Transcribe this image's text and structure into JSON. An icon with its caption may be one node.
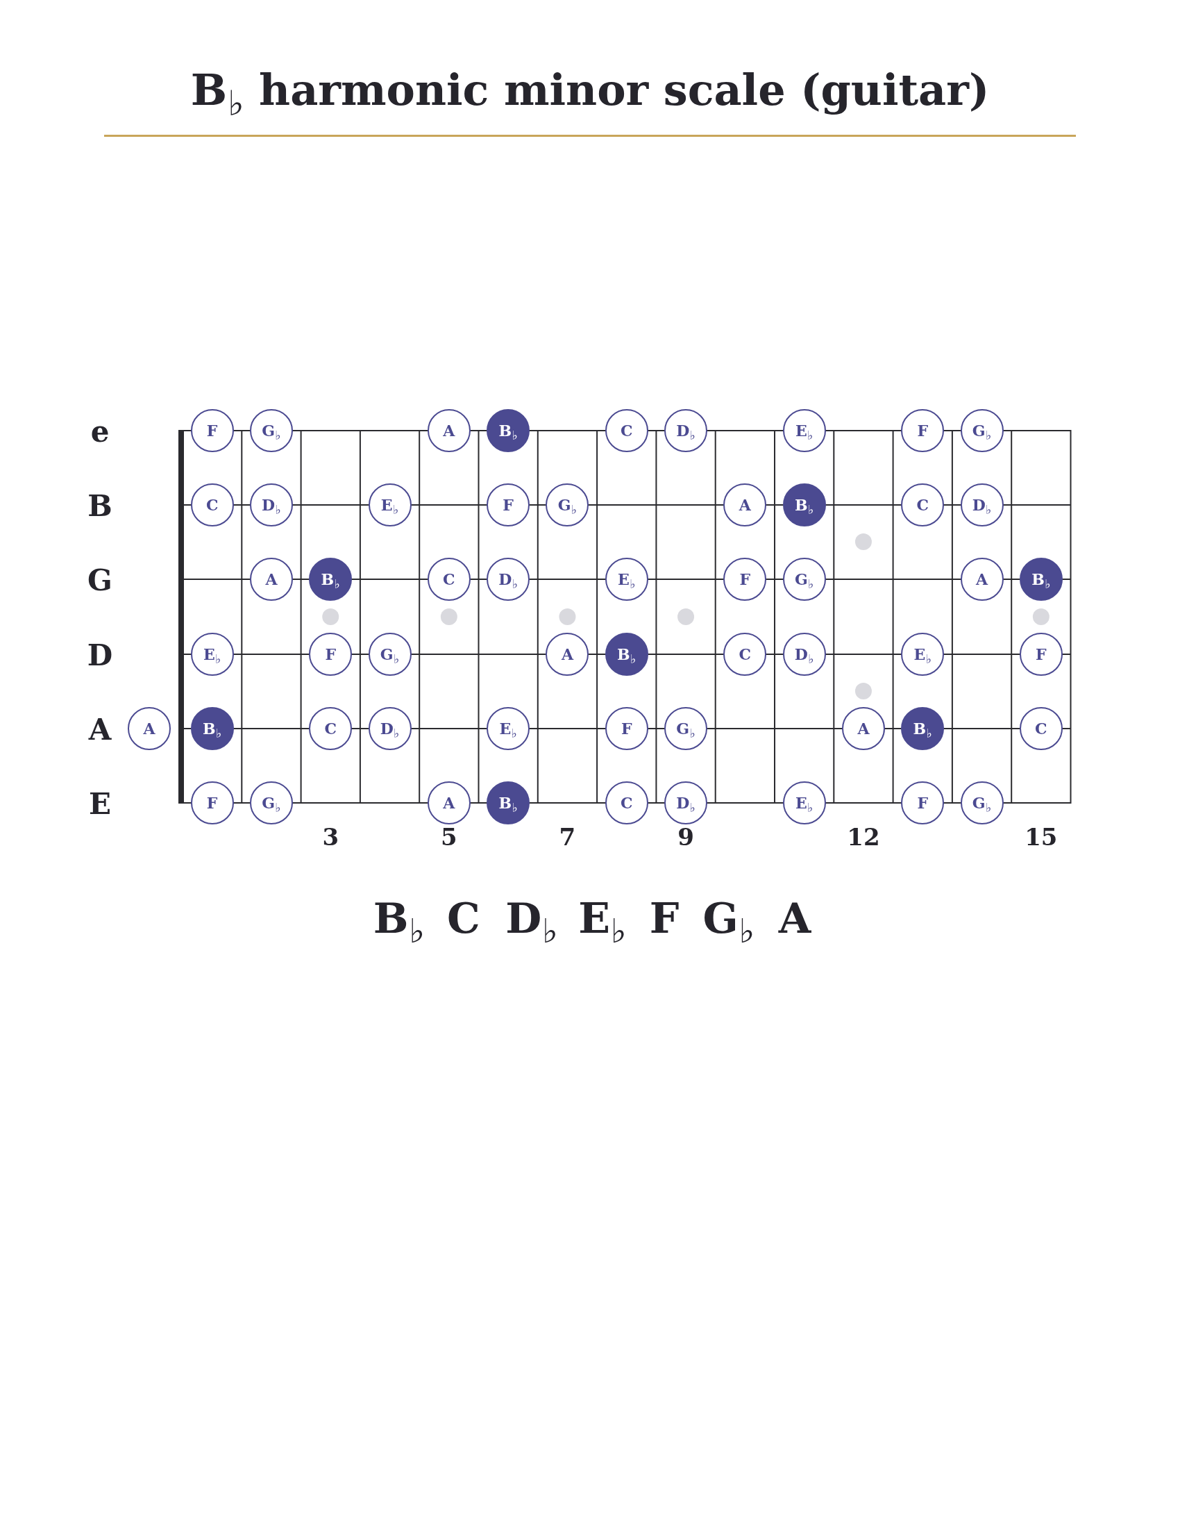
{
  "diagram": {
    "title": "B$_{♭}$ harmonic minor scale (guitar)",
    "nodes": [
      {
        "text": [
          "F"
        ]
      },
      {
        "text": [
          "G$_{♭}$"
        ]
      },
      {
        "text": [
          "A"
        ]
      },
      {
        "text": [
          "B$_{♭}$"
        ]
      },
      {
        "text": [
          "C"
        ]
      },
      {
        "text": [
          "D$_{♭}$"
        ]
      },
      {
        "text": [
          "E$_{♭}$"
        ]
      },
      {
        "text": [
          "F"
        ]
      },
      {
        "text": [
          "G$_{♭}$"
        ]
      },
      {
        "text": [
          "C"
        ]
      },
      {
        "text": [
          "D$_{♭}$"
        ]
      },
      {
        "text": [
          "E$_{♭}$"
        ]
      },
      {
        "text": [
          "F"
        ]
      },
      {
        "text": [
          "G$_{♭}$"
        ]
      },
      {
        "text": [
          "A"
        ]
      },
      {
        "text": [
          "B$_{♭}$"
        ]
      },
      {
        "text": [
          "C"
        ]
      },
      {
        "text": [
          "D$_{♭}$"
        ]
      },
      {
        "text": [
          "A"
        ]
      },
      {
        "text": [
          "B$_{♭}$"
        ]
      },
      {
        "text": [
          "C"
        ]
      },
      {
        "text": [
          "D$_{♭}$"
        ]
      },
      {
        "text": [
          "E$_{♭}$"
        ]
      },
      {
        "text": [
          "F"
        ]
      },
      {
        "text": [
          "G$_{♭}$"
        ]
      },
      {
        "text": [
          "A"
        ]
      },
      {
        "text": [
          "B$_{♭}$"
        ]
      },
      {
        "text": [
          "E$_{♭}$"
        ]
      },
      {
        "text": [
          "F"
        ]
      },
      {
        "text": [
          "G$_{♭}$"
        ]
      },
      {
        "text": [
          "A"
        ]
      },
      {
        "text": [
          "B$_{♭}$"
        ]
      },
      {
        "text": [
          "C"
        ]
      },
      {
        "text": [
          "D$_{♭}$"
        ]
      },
      {
        "text": [
          "E$_{♭}$"
        ]
      },
      {
        "text": [
          "F"
        ]
      },
      {
        "text": [
          "A"
        ]
      },
      {
        "text": [
          "B$_{♭}$"
        ]
      },
      {
        "text": [
          "C"
        ]
      },
      {
        "text": [
          "D$_{♭}$"
        ]
      },
      {
        "text": [
          "E$_{♭}$"
        ]
      },
      {
        "text": [
          "F"
        ]
      },
      {
        "text": [
          "G$_{♭}$"
        ]
      },
      {
        "text": [
          "A"
        ]
      },
      {
        "text": [
          "B$_{♭}$"
        ]
      },
      {
        "text": [
          "C"
        ]
      },
      {
        "text": [
          "F"
        ]
      },
      {
        "text": [
          "G$_{♭}$"
        ]
      },
      {
        "text": [
          "A"
        ]
      },
      {
        "text": [
          "B$_{♭}$"
        ]
      },
      {
        "text": [
          "C"
        ]
      },
      {
        "text": [
          "D$_{♭}$"
        ]
      },
      {
        "text": [
          "E$_{♭}$"
        ]
      },
      {
        "text": [
          "F"
        ]
      },
      {
        "text": [
          "G$_{♭}$"
        ]
      }
    ],
    "labels": [
      "e",
      "B",
      "G",
      "D",
      "A",
      "E",
      "3",
      "5",
      "7",
      "9",
      "12",
      "15",
      "B$_{♭}$",
      "C",
      "D$_{♭}$",
      "E$_{♭}$",
      "F",
      "G$_{♭}$",
      "A"
    ]
  }
}
